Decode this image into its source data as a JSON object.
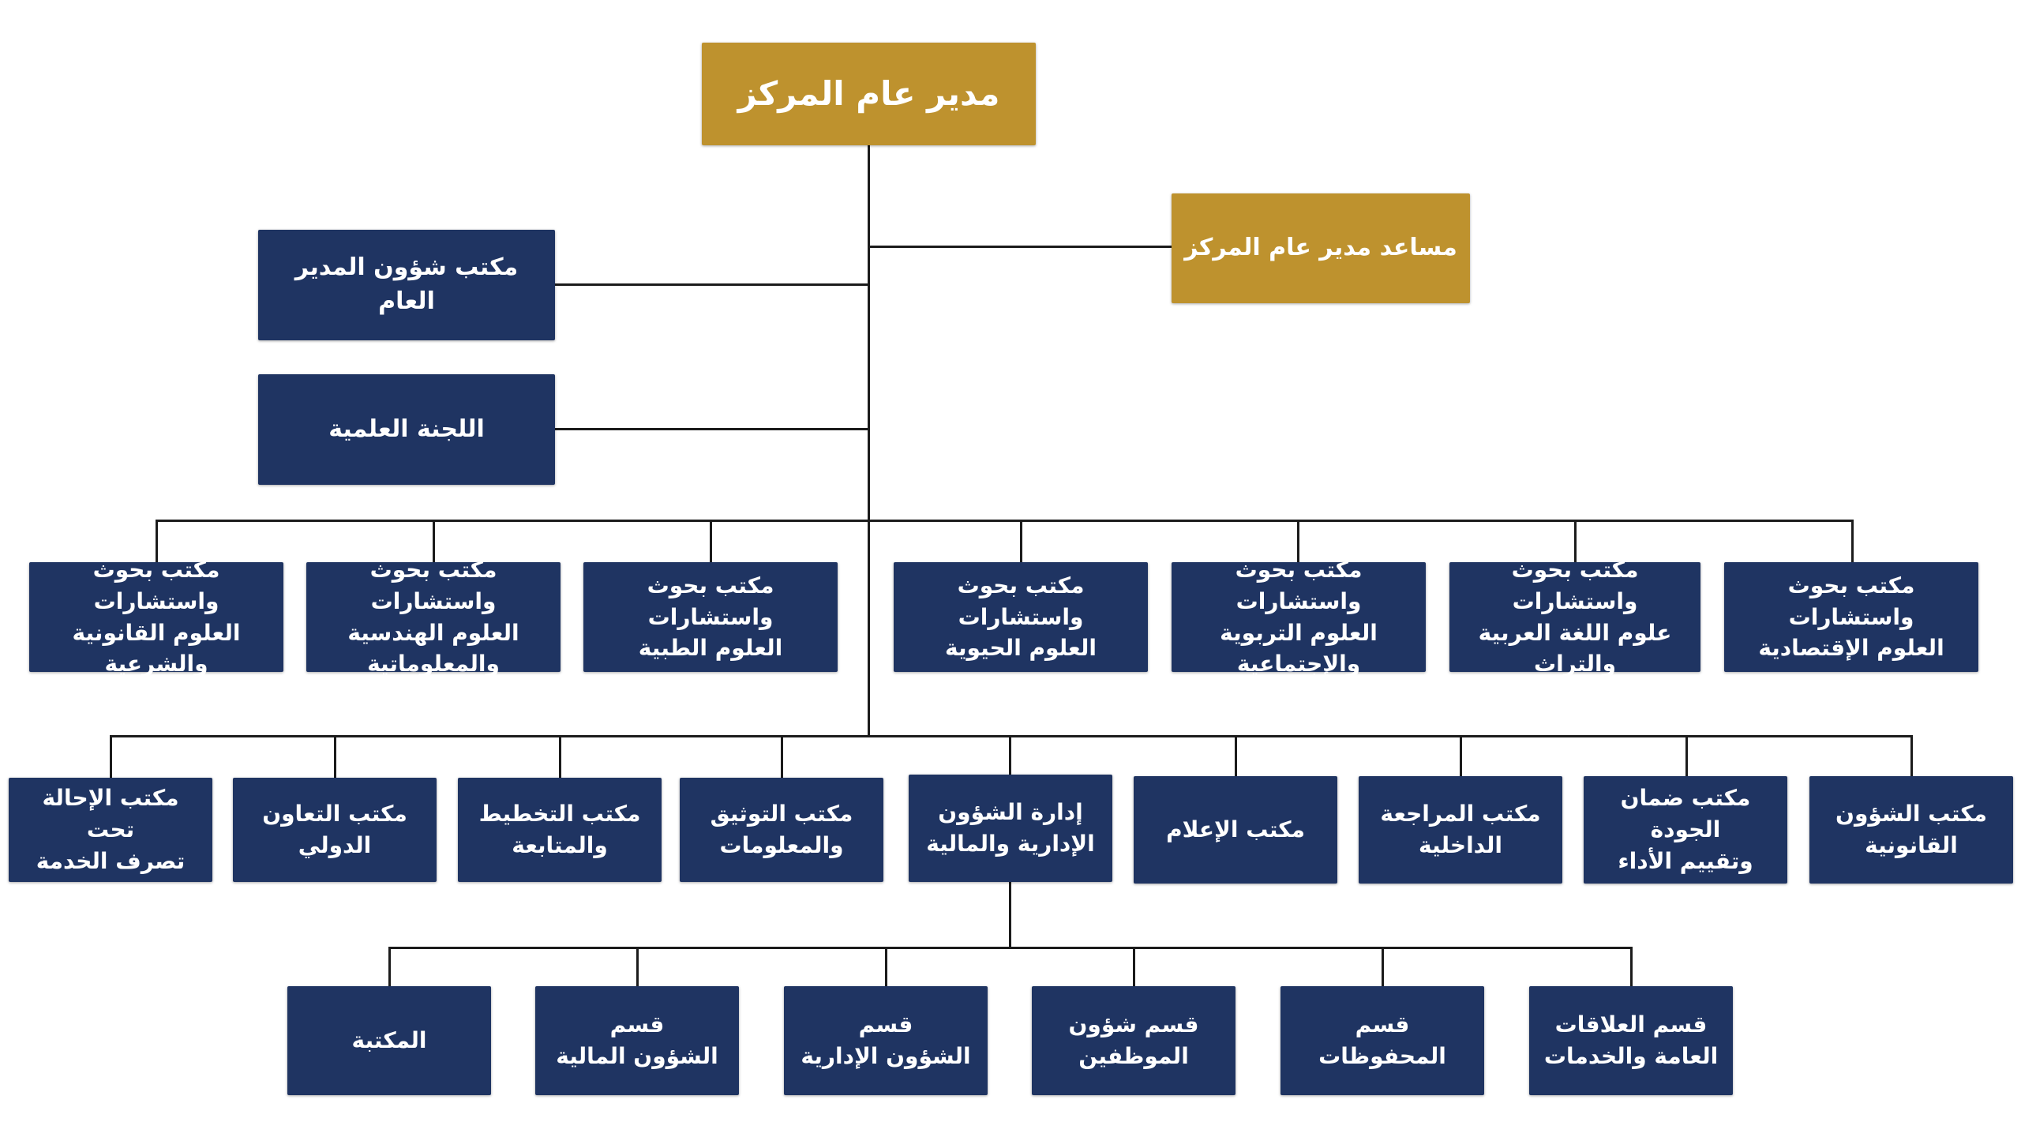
{
  "colors": {
    "navy": "#1f3462",
    "gold": "#be922e",
    "connector": "#1b1b1b"
  },
  "top": {
    "director": "مدير عام المركز"
  },
  "staff": {
    "assistant": "مساعد مدير عام المركز",
    "gm_office": "مكتب شؤون المدير العام",
    "committee": "اللجنة العلمية"
  },
  "research_offices": [
    "مكتب بحوث واستشارات\nالعلوم الإقتصادية",
    "مكتب بحوث واستشارات\nعلوم اللغة العربية\nوالتراث",
    "مكتب بحوث واستشارات\nالعلوم التربوية\nوالإجتماعية",
    "مكتب بحوث واستشارات\nالعلوم الحيوية",
    "مكتب بحوث واستشارات\nالعلوم الطبية",
    "مكتب بحوث واستشارات\nالعلوم الهندسية\nوالمعلوماتية",
    "مكتب بحوث واستشارات\nالعلوم القانونية\nوالشرعية"
  ],
  "admin_offices": [
    "مكتب الشؤون\nالقانونية",
    "مكتب ضمان الجودة\nوتقييم الأداء",
    "مكتب المراجعة\nالداخلية",
    "مكتب الإعلام",
    "إدارة الشؤون\nالإدارية والمالية",
    "مكتب التوثيق\nوالمعلومات",
    "مكتب التخطيط\nوالمتابعة",
    "مكتب التعاون\nالدولي",
    "مكتب الإحالة تحت\nتصرف الخدمة"
  ],
  "sections": [
    "قسم العلاقات\nالعامة والخدمات",
    "قسم\nالمحفوظات",
    "قسم شؤون\nالموظفين",
    "قسم\nالشؤون الإدارية",
    "قسم\nالشؤون المالية",
    "المكتبة"
  ]
}
